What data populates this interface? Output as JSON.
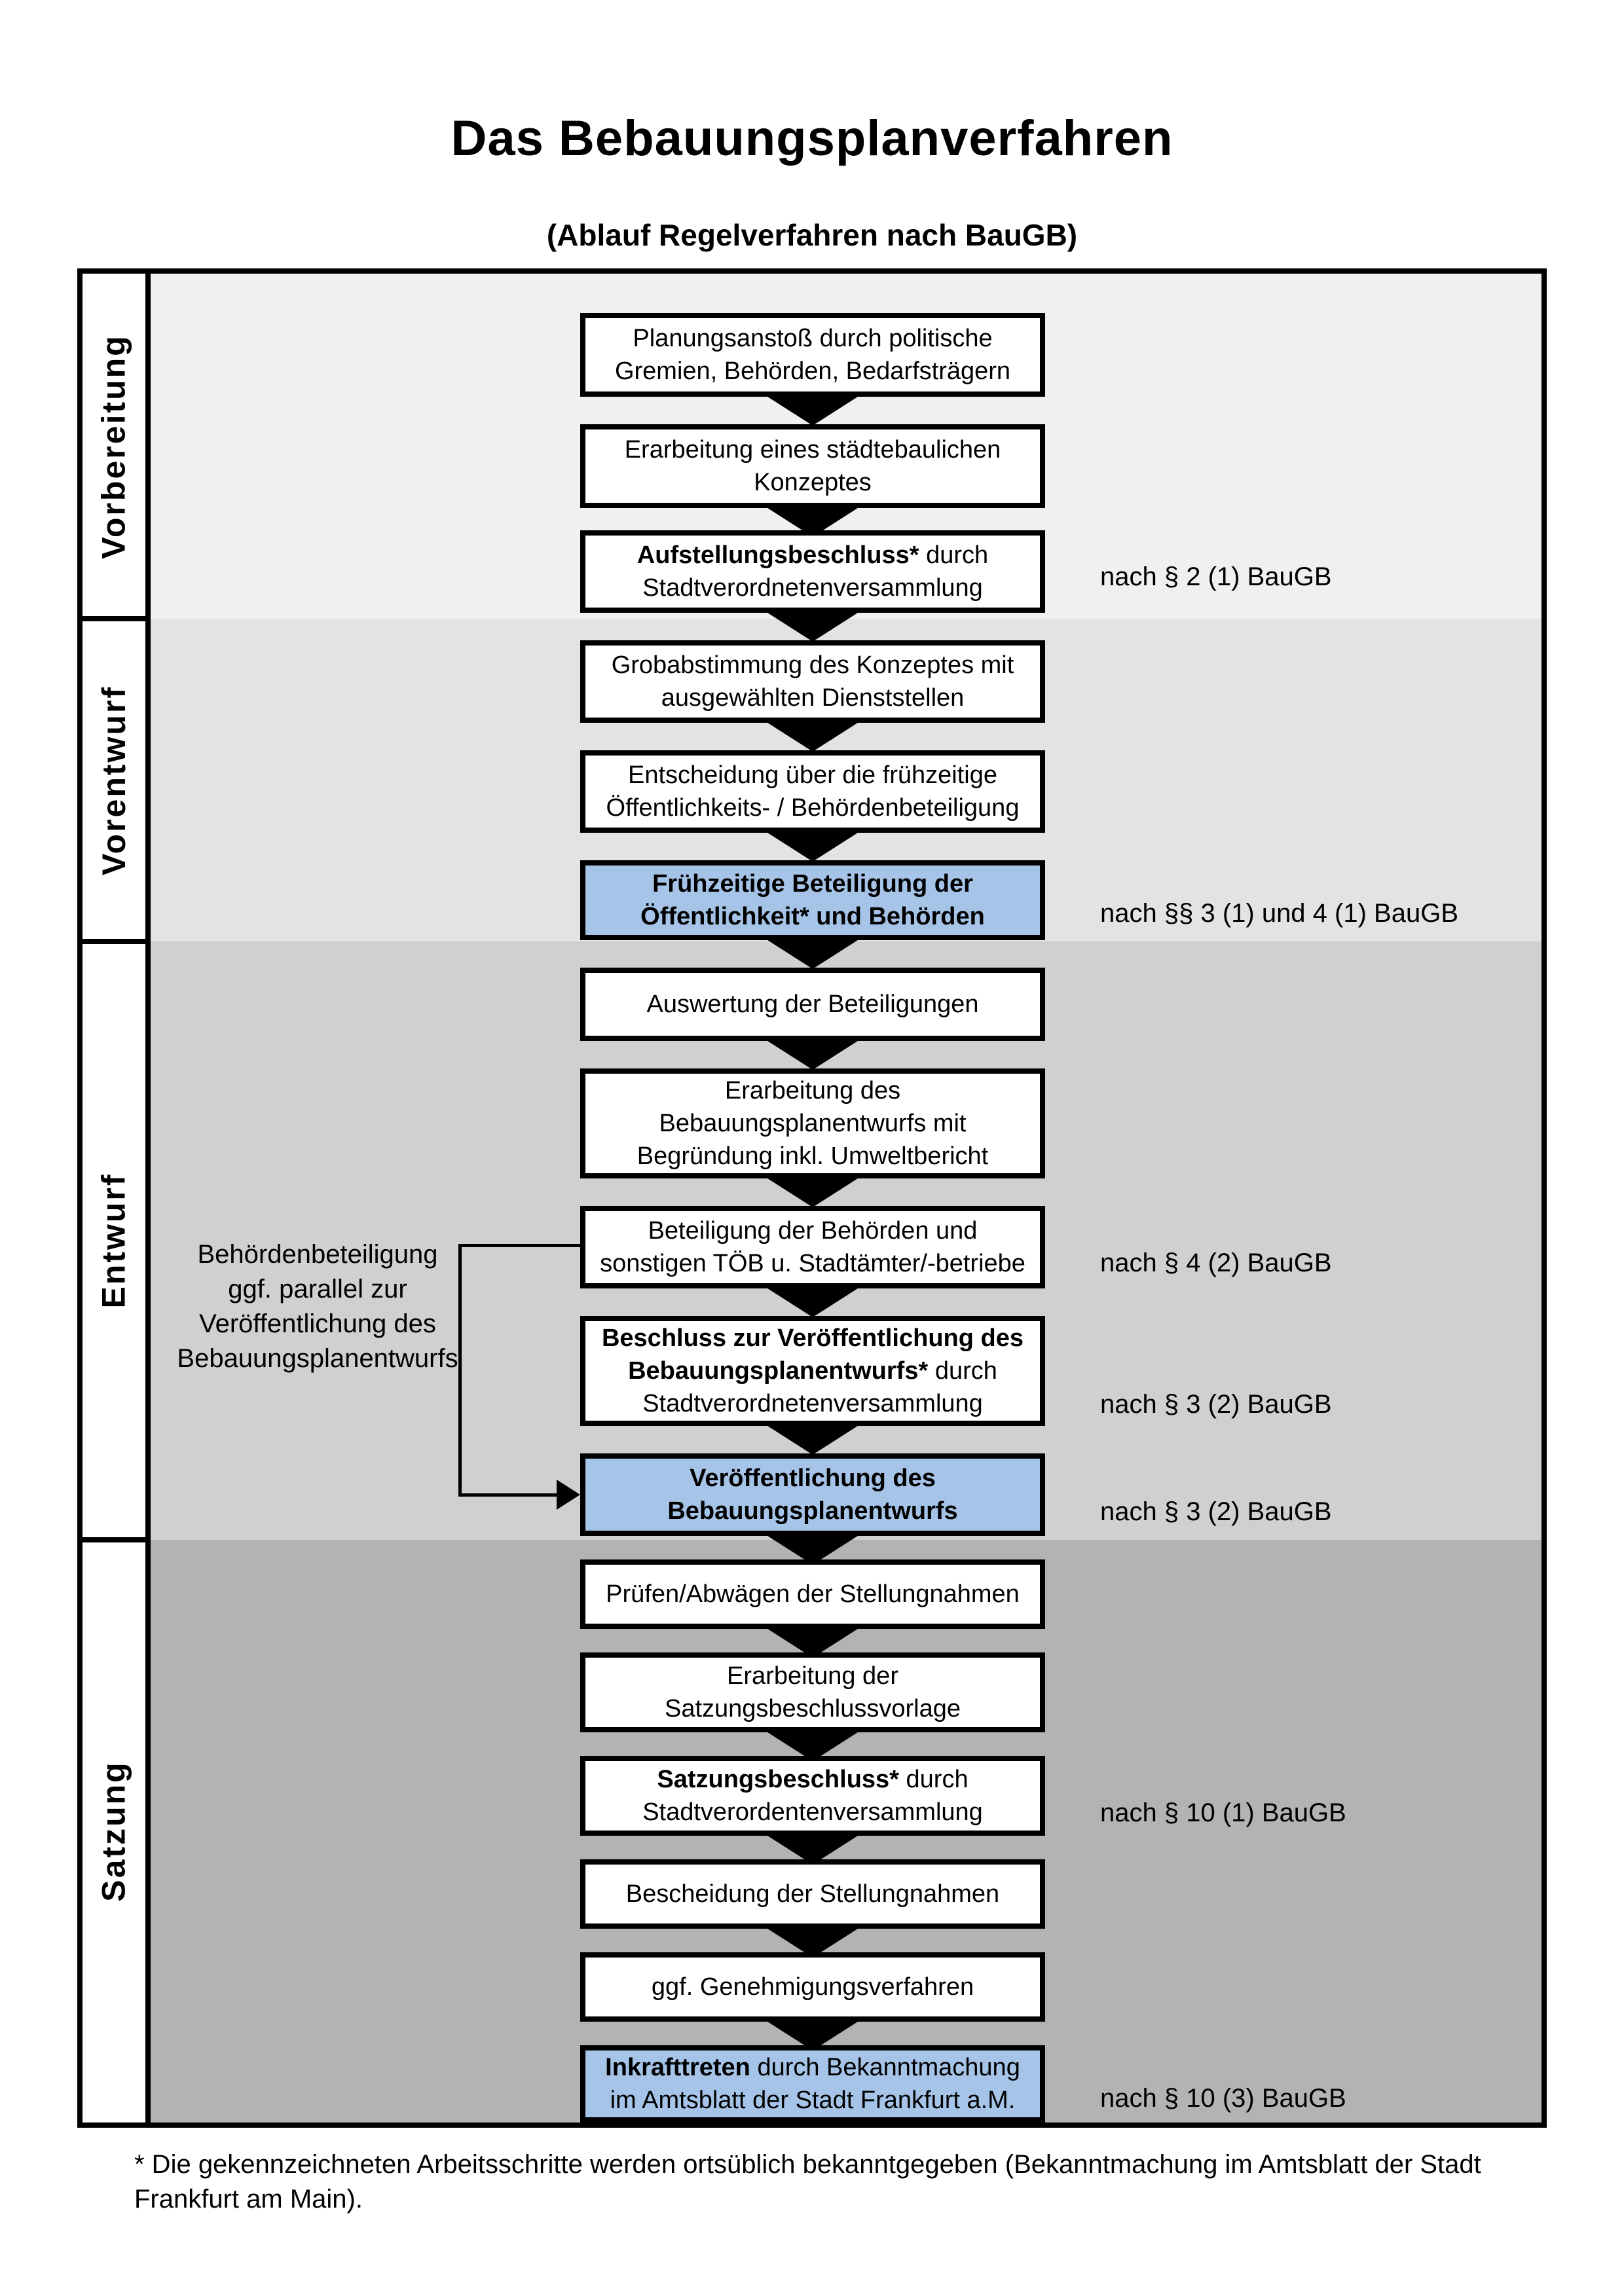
{
  "title": "Das Bebauungsplanverfahren",
  "subtitle": "(Ablauf Regelverfahren nach BauGB)",
  "phases": [
    {
      "label": "Vorbereitung"
    },
    {
      "label": "Vorentwurf"
    },
    {
      "label": "Entwurf"
    },
    {
      "label": "Satzung"
    }
  ],
  "boxes": [
    {
      "lines": [
        {
          "bold": "",
          "rest": "Planungsanstoß durch politische"
        },
        {
          "bold": "",
          "rest": "Gremien, Behörden, Bedarfsträgern"
        }
      ]
    },
    {
      "lines": [
        {
          "bold": "",
          "rest": "Erarbeitung eines städtebaulichen"
        },
        {
          "bold": "",
          "rest": "Konzeptes"
        }
      ]
    },
    {
      "lines": [
        {
          "bold": "Aufstellungsbeschluss*",
          "rest": " durch"
        },
        {
          "bold": "",
          "rest": "Stadtverordnetenversammlung"
        }
      ]
    },
    {
      "lines": [
        {
          "bold": "",
          "rest": "Grobabstimmung des Konzeptes mit"
        },
        {
          "bold": "",
          "rest": "ausgewählten Dienststellen"
        }
      ]
    },
    {
      "lines": [
        {
          "bold": "",
          "rest": "Entscheidung über die frühzeitige"
        },
        {
          "bold": "",
          "rest": "Öffentlichkeits- / Behördenbeteiligung"
        }
      ]
    },
    {
      "lines": [
        {
          "bold": "Frühzeitige Beteiligung der",
          "rest": ""
        },
        {
          "bold": "Öffentlichkeit* und Behörden",
          "rest": ""
        }
      ]
    },
    {
      "lines": [
        {
          "bold": "",
          "rest": "Auswertung der Beteiligungen"
        }
      ]
    },
    {
      "lines": [
        {
          "bold": "",
          "rest": "Erarbeitung des"
        },
        {
          "bold": "",
          "rest": "Bebauungsplanentwurfs mit"
        },
        {
          "bold": "",
          "rest": "Begründung inkl. Umweltbericht"
        }
      ]
    },
    {
      "lines": [
        {
          "bold": "",
          "rest": "Beteiligung der Behörden und"
        },
        {
          "bold": "",
          "rest": "sonstigen TÖB u. Stadtämter/-betriebe"
        }
      ]
    },
    {
      "lines": [
        {
          "bold": "Beschluss zur Veröffentlichung des",
          "rest": ""
        },
        {
          "bold": "Bebauungsplanentwurfs*",
          "rest": " durch"
        },
        {
          "bold": "",
          "rest": "Stadtverordnetenversammlung"
        }
      ]
    },
    {
      "lines": [
        {
          "bold": "Veröffentlichung des",
          "rest": ""
        },
        {
          "bold": "Bebauungsplanentwurfs",
          "rest": ""
        }
      ]
    },
    {
      "lines": [
        {
          "bold": "",
          "rest": "Prüfen/Abwägen der Stellungnahmen"
        }
      ]
    },
    {
      "lines": [
        {
          "bold": "",
          "rest": "Erarbeitung der"
        },
        {
          "bold": "",
          "rest": "Satzungsbeschlussvorlage"
        }
      ]
    },
    {
      "lines": [
        {
          "bold": "Satzungsbeschluss*",
          "rest": " durch"
        },
        {
          "bold": "",
          "rest": "Stadtverordentenversammlung"
        }
      ]
    },
    {
      "lines": [
        {
          "bold": "",
          "rest": "Bescheidung der Stellungnahmen"
        }
      ]
    },
    {
      "lines": [
        {
          "bold": "",
          "rest": "ggf. Genehmigungsverfahren"
        }
      ]
    },
    {
      "lines": [
        {
          "bold": "Inkrafttreten",
          "rest": " durch Bekanntmachung"
        },
        {
          "bold": "",
          "rest": "im Amtsblatt der Stadt Frankfurt a.M."
        }
      ]
    }
  ],
  "refs": [
    {
      "text": "nach § 2 (1) BauGB"
    },
    {
      "text": "nach §§ 3 (1) und 4 (1) BauGB"
    },
    {
      "text": "nach § 4 (2) BauGB"
    },
    {
      "text": "nach § 3 (2) BauGB"
    },
    {
      "text": "nach § 3 (2) BauGB"
    },
    {
      "text": "nach § 10 (1) BauGB"
    },
    {
      "text": "nach § 10 (3) BauGB"
    }
  ],
  "annotation": {
    "lines": [
      "Behördenbeteiligung",
      "ggf. parallel zur",
      "Veröffentlichung des",
      "Bebauungsplanentwurfs"
    ]
  },
  "footnote": {
    "line1": "* Die gekennzeichneten Arbeitsschritte werden ortsüblich bekanntgegeben (Bekanntmachung im Amtsblatt  der Stadt",
    "line2": "Frankfurt am Main)."
  },
  "colors": {
    "highlight_blue": "#a6c4e8",
    "phase_vorbereitung_bg": "#f0f0f0",
    "phase_vorentwurf_bg": "#e3e3e3",
    "phase_entwurf_bg": "#d0d0d0",
    "phase_satzung_bg": "#b3b3b3",
    "line_color": "#000000"
  }
}
